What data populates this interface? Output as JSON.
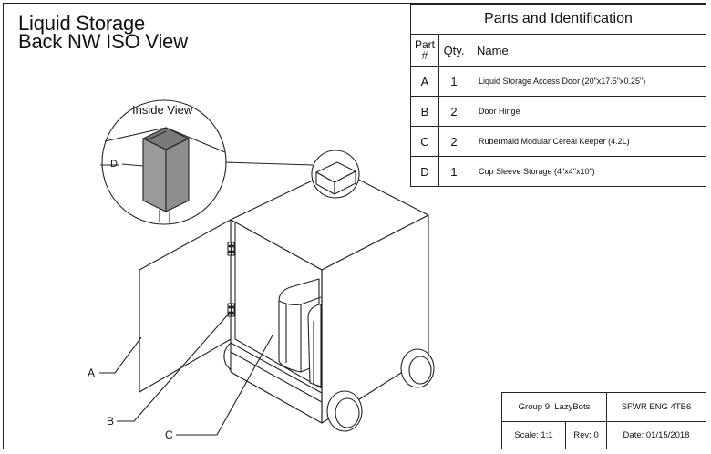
{
  "title": {
    "line1": "Liquid Storage",
    "line2": "Back NW ISO View"
  },
  "inset_label": "Inside View",
  "callouts": {
    "a": "A",
    "b": "B",
    "c": "C",
    "d": "D"
  },
  "parts_table": {
    "caption": "Parts and Identification",
    "headers": {
      "part": "Part #",
      "qty": "Qty.",
      "name": "Name"
    },
    "rows": [
      {
        "part": "A",
        "qty": "1",
        "name": "Liquid Storage Access Door (20\"x17.5\"x0.25\")"
      },
      {
        "part": "B",
        "qty": "2",
        "name": "Door Hinge"
      },
      {
        "part": "C",
        "qty": "2",
        "name": "Rubermaid Modular Cereal Keeper (4.2L)"
      },
      {
        "part": "D",
        "qty": "1",
        "name": "Cup Sleeve Storage (4\"x4\"x10\")"
      }
    ]
  },
  "title_block": {
    "group": "Group 9: LazyBots",
    "course": "SFWR ENG 4TB6",
    "scale": "Scale: 1:1",
    "rev": "Rev: 0",
    "date": "Date: 01/15/2018"
  },
  "colors": {
    "line": "#222222",
    "sleeve_fill": "#9a9a9a"
  }
}
